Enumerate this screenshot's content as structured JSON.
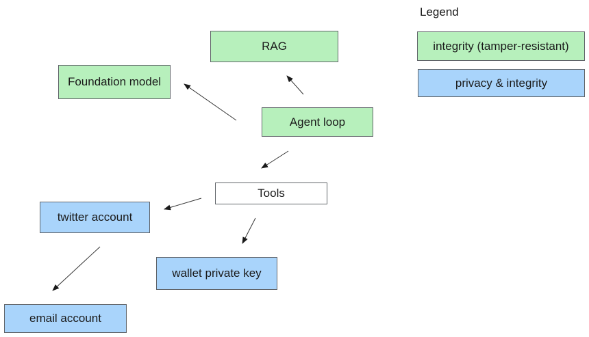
{
  "legend": {
    "title": "Legend",
    "items": [
      {
        "label": "integrity (tamper-resistant)",
        "color": "#b7f0bc"
      },
      {
        "label": "privacy & integrity",
        "color": "#a9d4fb"
      }
    ]
  },
  "nodes": {
    "rag": {
      "label": "RAG",
      "color": "#b7f0bc"
    },
    "foundation_model": {
      "label": "Foundation model",
      "color": "#b7f0bc"
    },
    "agent_loop": {
      "label": "Agent loop",
      "color": "#b7f0bc"
    },
    "tools": {
      "label": "Tools",
      "color": "#ffffff"
    },
    "twitter_account": {
      "label": "twitter account",
      "color": "#a9d4fb"
    },
    "wallet_private_key": {
      "label": "wallet private key",
      "color": "#a9d4fb"
    },
    "email_account": {
      "label": "email account",
      "color": "#a9d4fb"
    }
  },
  "edges": [
    {
      "from": "Agent loop",
      "to": "RAG"
    },
    {
      "from": "Agent loop",
      "to": "Foundation model"
    },
    {
      "from": "Agent loop",
      "to": "Tools"
    },
    {
      "from": "Tools",
      "to": "twitter account"
    },
    {
      "from": "Tools",
      "to": "wallet private key"
    },
    {
      "from": "twitter account",
      "to": "email account"
    }
  ]
}
